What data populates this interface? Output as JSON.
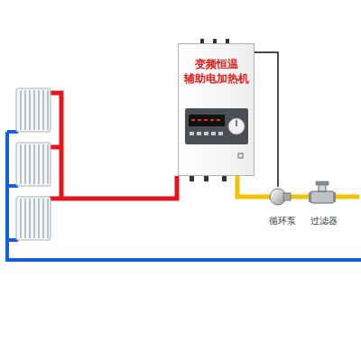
{
  "diagram": {
    "nodes": [
      {
        "text": [
          "变频恒温 辅助电加热机"
        ]
      },
      {
        "text": [
          "循环泵"
        ]
      },
      {
        "text": [
          "过滤器"
        ]
      }
    ],
    "edges": [
      {
        "from": 0,
        "to": 1,
        "arrow": "none"
      },
      {
        "from": 1,
        "to": 2,
        "arrow": "none"
      },
      {
        "from": 0,
        "to": 1,
        "arrow": "none"
      }
    ]
  }
}
